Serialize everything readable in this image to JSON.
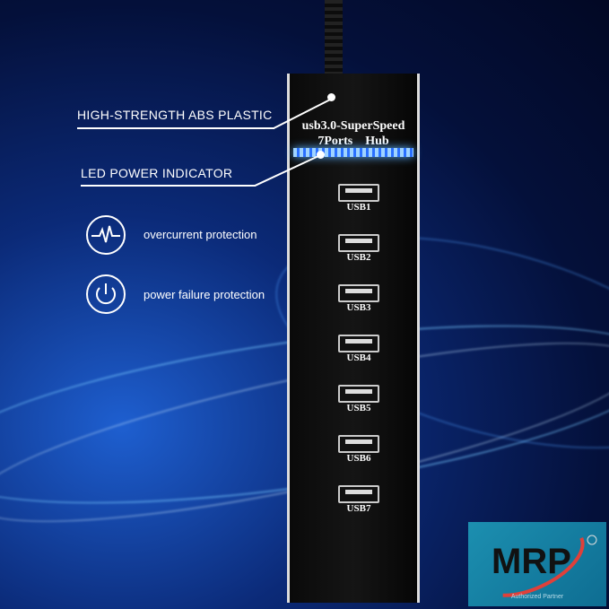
{
  "callouts": {
    "abs_plastic": "HIGH-STRENGTH ABS PLASTIC",
    "led": "LED POWER INDICATOR"
  },
  "features": [
    {
      "icon": "heartbeat-icon",
      "label": "overcurrent protection"
    },
    {
      "icon": "power-icon",
      "label": "power failure protection"
    }
  ],
  "hub": {
    "title": "usb3.0-SuperSpeed\n7Ports    Hub",
    "ports": [
      "USB1",
      "USB2",
      "USB3",
      "USB4",
      "USB5",
      "USB6",
      "USB7"
    ]
  },
  "logo": {
    "text": "MRP",
    "tagline": "Authorized Partner"
  }
}
